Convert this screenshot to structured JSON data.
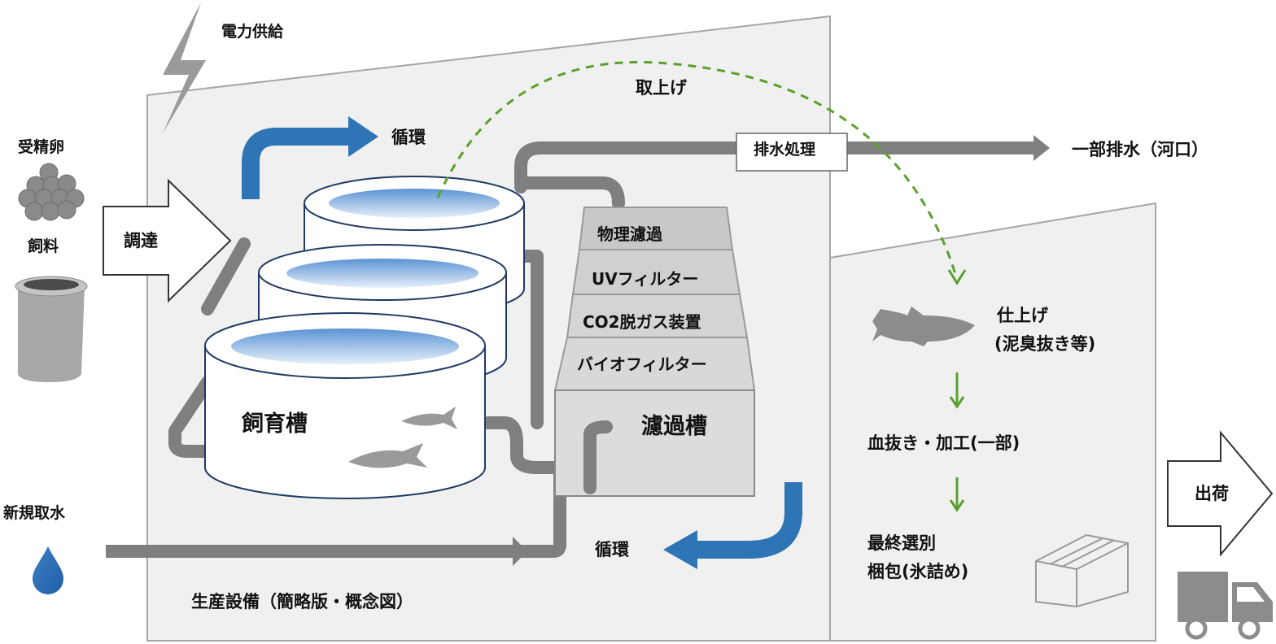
{
  "diagram": {
    "title": "生産設備（簡略版・概念図）",
    "inputs": {
      "power": "電力供給",
      "eggs": "受精卵",
      "feed": "飼料",
      "procurement": "調達",
      "fresh_water": "新規取水"
    },
    "facility": {
      "circulation_top": "循環",
      "circulation_bottom": "循環",
      "harvest": "取上げ",
      "rearing_tank": "飼育槽",
      "wastewater_treatment": "排水処理",
      "partial_discharge": "一部排水（河口）",
      "filter_tank": "濾過槽",
      "filter_stages": [
        "物理濾過",
        "UVフィルター",
        "CO2脱ガス装置",
        "バイオフィルター"
      ]
    },
    "processing": {
      "finishing_line1": "仕上げ",
      "finishing_line2": "(泥臭抜き等)",
      "bleeding": "血抜き・加工(一部)",
      "final_line1": "最終選別",
      "final_line2": "梱包(氷詰め)"
    },
    "shipping": "出荷",
    "colors": {
      "panel": "#f0f0f0",
      "pipe": "#7f7f7f",
      "flow_blue": "#2e75b6",
      "harvest_green": "#5aa02c",
      "icon_gray": "#8c8c8c"
    }
  }
}
